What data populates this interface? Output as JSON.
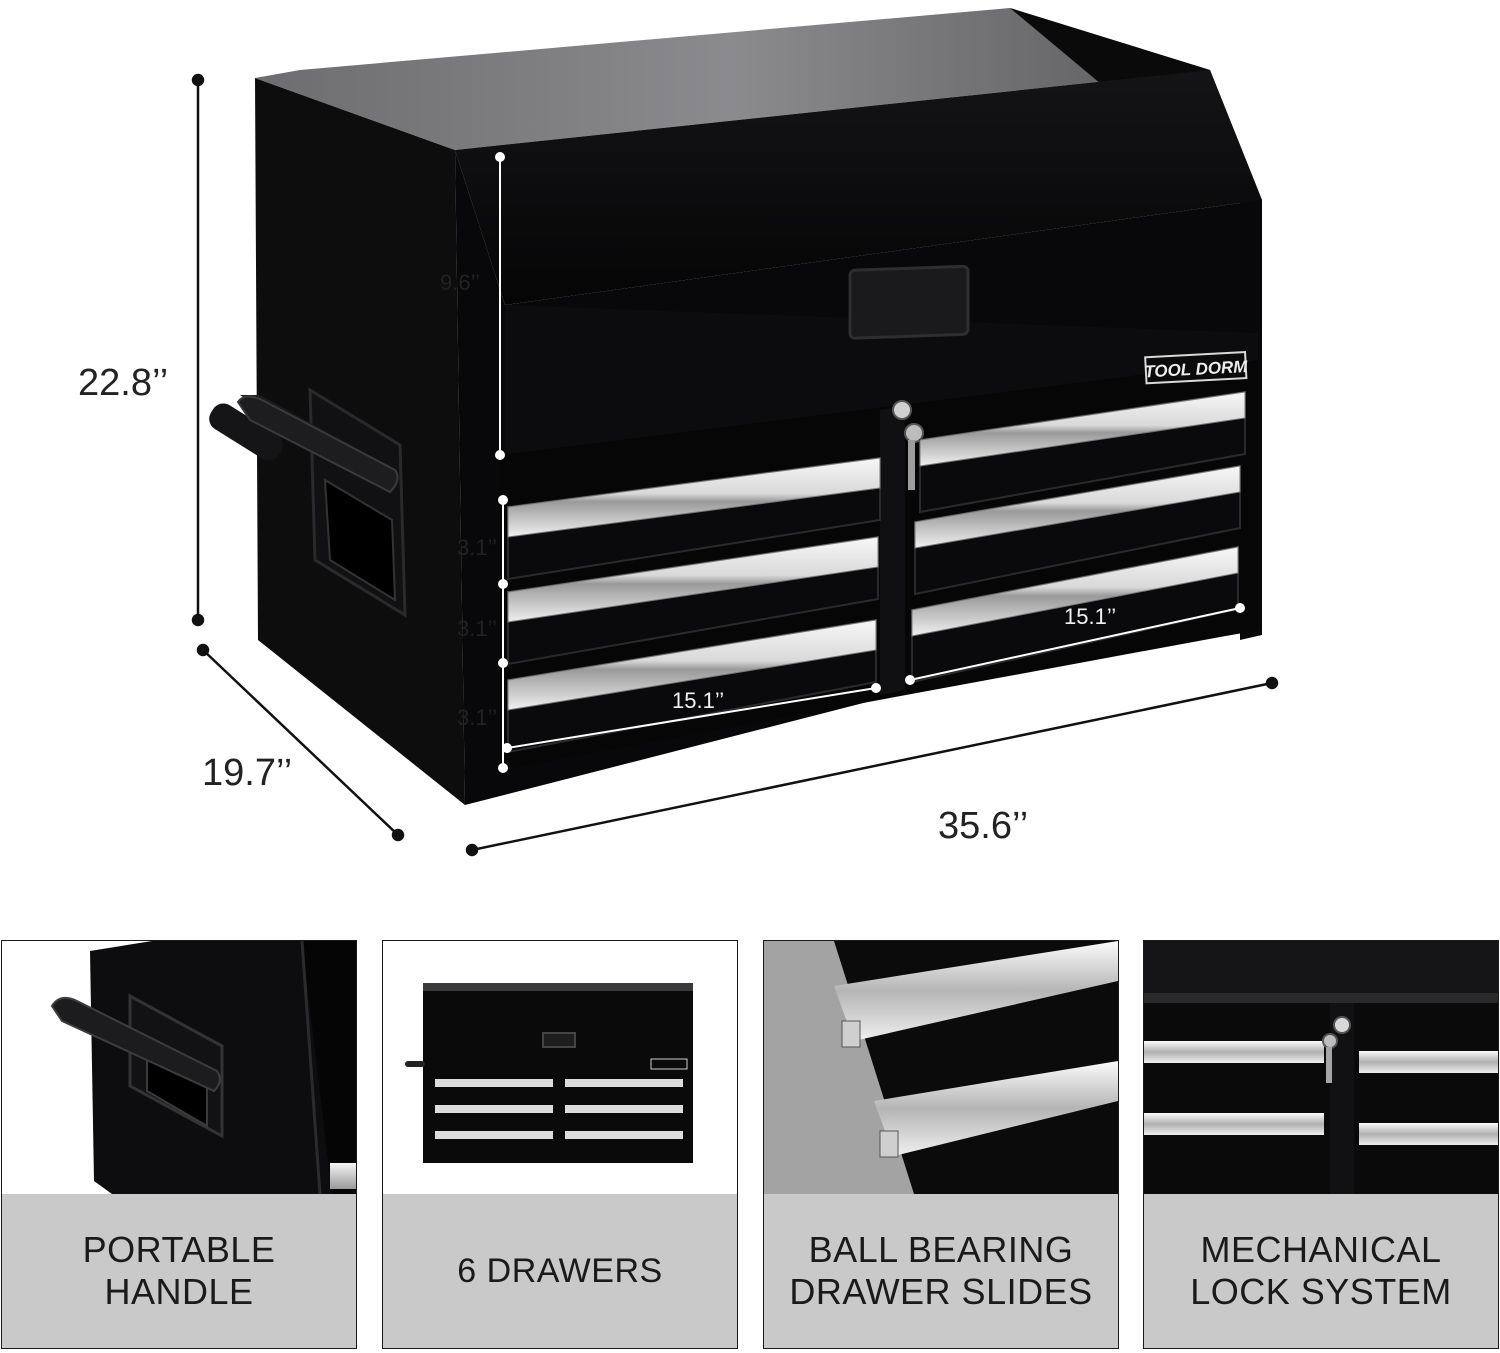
{
  "brand_badge": "TOOL DORM",
  "dimensions": {
    "height": "22.8’’",
    "depth": "19.7’’",
    "width": "35.6’’",
    "lid_height": "9.6’’",
    "drawer_height_1": "3.1’’",
    "drawer_height_2": "3.1’’",
    "drawer_height_3": "3.1’’",
    "left_drawer_width": "15.1’’",
    "right_drawer_width": "15.1’’"
  },
  "features": [
    {
      "label": "PORTABLE\nHANDLE",
      "icon": "side-handle-photo"
    },
    {
      "label": "6 DRAWERS",
      "icon": "tool-chest-photo"
    },
    {
      "label": "BALL BEARING\nDRAWER SLIDES",
      "icon": "drawer-slides-photo"
    },
    {
      "label": "MECHANICAL\nLOCK SYSTEM",
      "icon": "lock-photo"
    }
  ],
  "colors": {
    "chest_body": "#0b0b0c",
    "chrome_handle": "#e8e8e8",
    "caption_background": "#c9c9c9"
  }
}
